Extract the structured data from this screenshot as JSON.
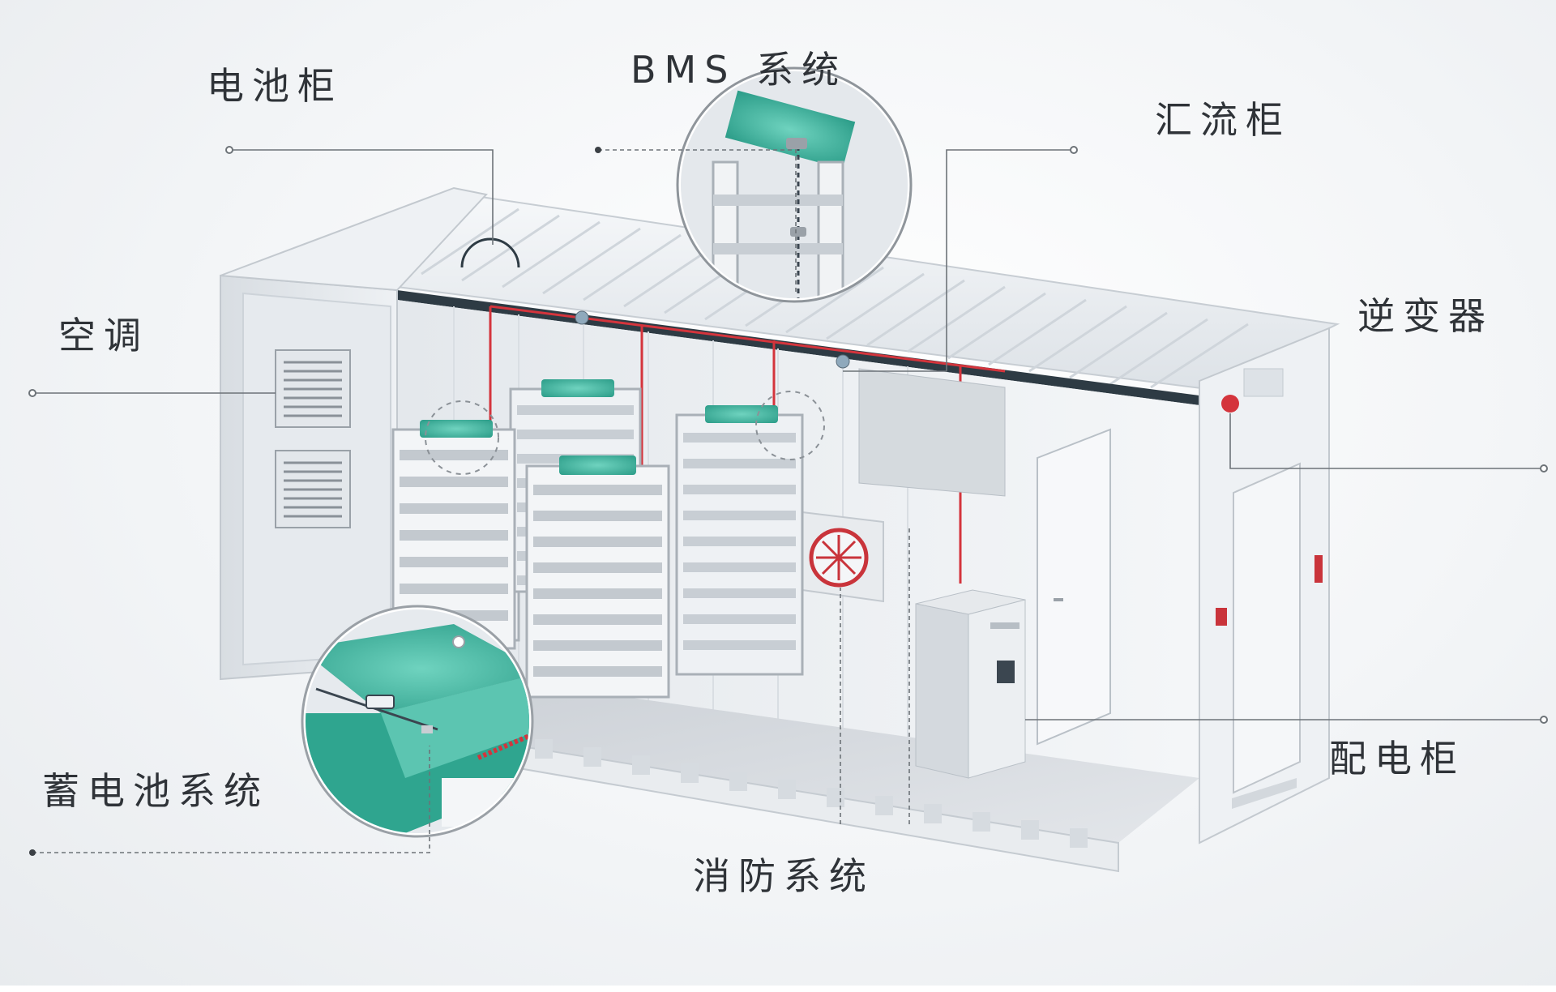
{
  "labels": {
    "battery_cabinet": "电池柜",
    "bms_system": "BMS 系统",
    "combiner_cabinet": "汇流柜",
    "air_conditioner": "空调",
    "inverter": "逆变器",
    "storage_battery_system": "蓄电池系统",
    "distribution_cabinet": "配电柜",
    "fire_protection_system": "消防系统"
  },
  "colors": {
    "accent_teal": "#3fb8a2",
    "cable_red": "#d4343c",
    "container_white": "#eef1f4",
    "label_text": "#2f3338",
    "leader_line": "#6d7378"
  }
}
